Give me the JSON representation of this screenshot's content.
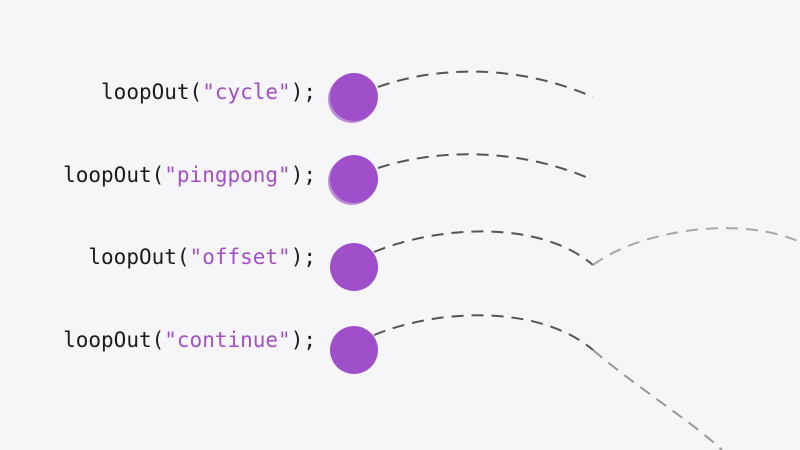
{
  "colors": {
    "background": "#f6f5f8",
    "dot": "#9f4fc9",
    "dot_shadow": "#b98fcf",
    "code_text": "#1b1b1b",
    "string_arg": "#a34fc7",
    "curve": "#555555",
    "curve_continuation": "#a8a8a8"
  },
  "rows": [
    {
      "fn": "loopOut(",
      "arg": "\"cycle\"",
      "end": ");",
      "has_shadow": true
    },
    {
      "fn": "loopOut(",
      "arg": "\"pingpong\"",
      "end": ");",
      "has_shadow": true
    },
    {
      "fn": "loopOut(",
      "arg": "\"offset\"",
      "end": ");",
      "has_shadow": false
    },
    {
      "fn": "loopOut(",
      "arg": "\"continue\"",
      "end": ");",
      "has_shadow": false
    }
  ]
}
